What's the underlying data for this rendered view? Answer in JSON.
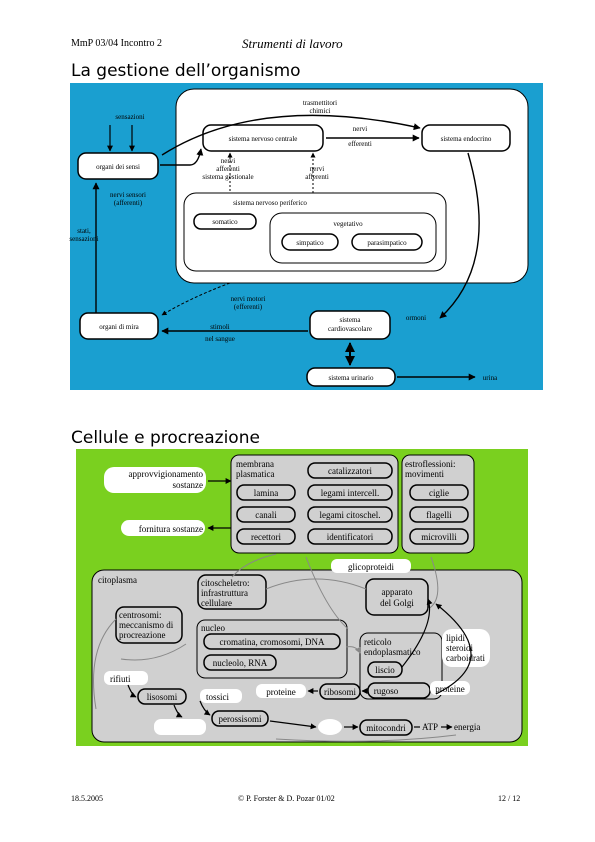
{
  "header": {
    "left": "MmP 03/04  Incontro 2",
    "center": "Strumenti di lavoro"
  },
  "section1": {
    "title": "La gestione dell’organismo",
    "labels": {
      "trasmettitori": [
        "trasmettitori",
        "chimici"
      ],
      "sensazioni": "sensazioni",
      "organi_sensi": "organi dei sensi",
      "snc": "sistema nervoso centrale",
      "nervi_efferenti": [
        "nervi",
        "efferenti"
      ],
      "endocrino": "sistema endocrino",
      "nervi_afferenti_sg": [
        "nervi",
        "afferenti",
        "sistema gestionale"
      ],
      "nervi_afferenti": [
        "nervi",
        "afferenti"
      ],
      "nervi_sensori": [
        "nervi sensori",
        "(afferenti)"
      ],
      "snp": "sistema nervoso periferico",
      "somatico": "somatico",
      "vegetativo": "vegetativo",
      "simpatico": "simpatico",
      "parasimpatico": "parasimpatico",
      "stati_sensazioni": [
        "stati,",
        "sensazioni"
      ],
      "nervi_motori": [
        "nervi motori",
        "(efferenti)"
      ],
      "ormoni": "ormoni",
      "organi_mira": "organi di mira",
      "cardiovascolare": [
        "sistema",
        "cardiovascolare"
      ],
      "stimoli": [
        "stimoli",
        "nel sangue"
      ],
      "urinario": "sistema urinario",
      "urina": "urina"
    }
  },
  "section2": {
    "title": "Cellule e procreazione",
    "labels": {
      "approvv": [
        "approvvigionamento",
        "sostanze"
      ],
      "fornitura": "fornitura sostanze",
      "membrana": [
        "membrana",
        "plasmatica"
      ],
      "lamina": "lamina",
      "canali": "canali",
      "recettori": "recettori",
      "catalizzatori": "catalizzatori",
      "legami_intercell": "legami intercell.",
      "legami_citoschel": "legami citoschel.",
      "identificatori": "identificatori",
      "estroflessioni": [
        "estroflessioni:",
        "movimenti"
      ],
      "ciglie": "ciglie",
      "flagelli": "flagelli",
      "microvilli": "microvilli",
      "glicoproteidi": "glicoproteidi",
      "citoplasma": "citoplasma",
      "citoscheletro": [
        "citoscheletro:",
        "infrastruttura",
        "cellulare"
      ],
      "apparato_golgi": [
        "apparato",
        "del Golgi"
      ],
      "centrosomi": [
        "centrosomi:",
        "meccanismo di",
        "procreazione"
      ],
      "nucleo": "nucleo",
      "cromatina": "cromatina, cromosomi, DNA",
      "nucleolo": "nucleolo, RNA",
      "reticolo": [
        "reticolo",
        "endoplasmatico"
      ],
      "liscio": "liscio",
      "rugoso": "rugoso",
      "lipidi": [
        "lipidi",
        "steroidi",
        "carboidrati"
      ],
      "proteine_l": "proteine",
      "ribosomi": "ribosomi",
      "proteine_r": "proteine",
      "rifiuti": "rifiuti",
      "lisosomi": "lisosomi",
      "tossici": "tossici",
      "perossisomi": "perossisomi",
      "mitocondri": "mitocondri",
      "atp": "ATP",
      "energia": "energia"
    }
  },
  "footer": {
    "left": "18.5.2005",
    "center": "© P. Forster & D. Pozar 01/02",
    "right": "12 / 12"
  },
  "colors": {
    "diagram1_bg": "#1a9fd0",
    "diagram2_bg": "#7ad01f",
    "panel_gray": "#d0d0d0"
  }
}
